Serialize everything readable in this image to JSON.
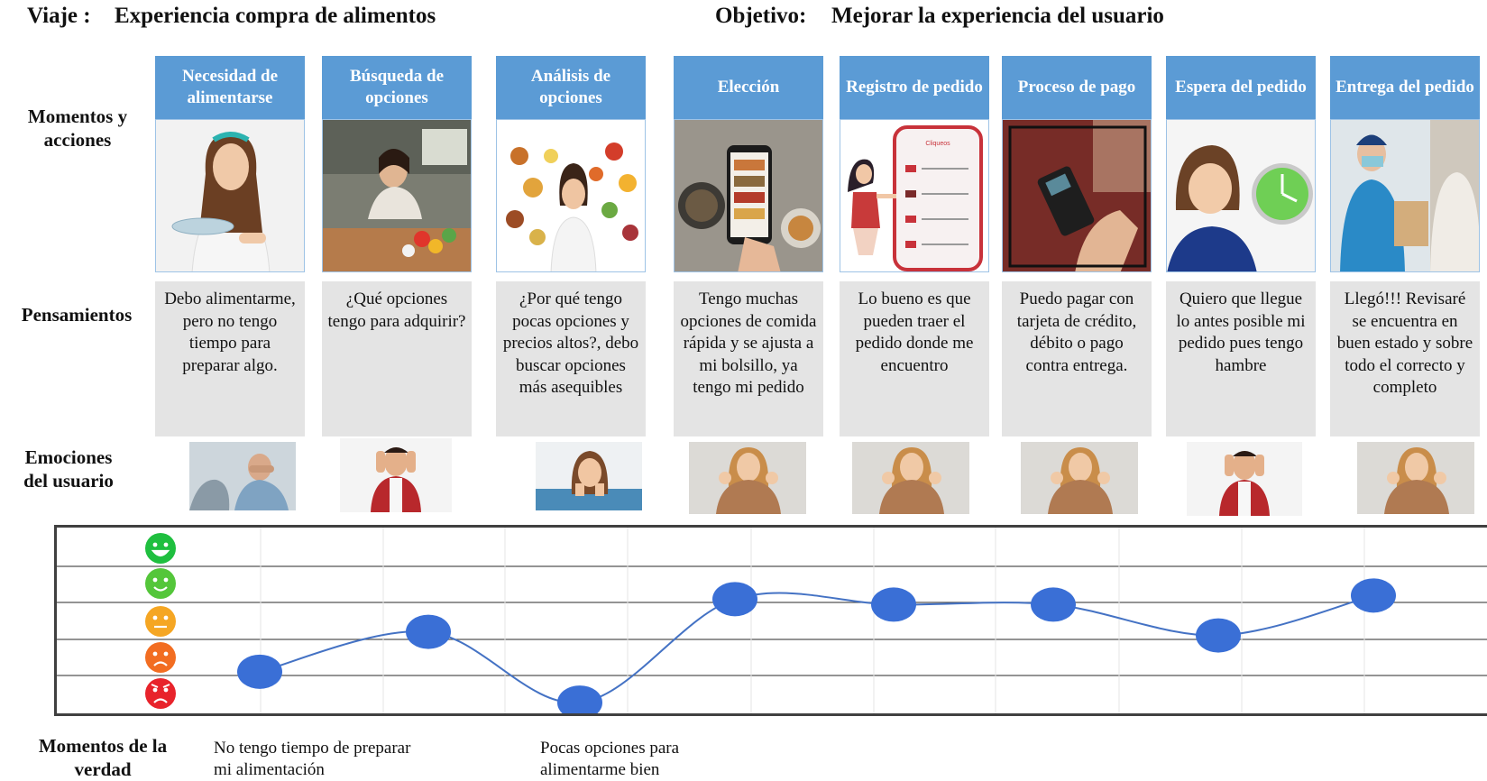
{
  "header": {
    "viaje_label": "Viaje :",
    "viaje_value": "Experiencia compra de alimentos",
    "objetivo_label": "Objetivo:",
    "objetivo_value": "Mejorar la experiencia del usuario"
  },
  "row_labels": {
    "momentos": "Momentos y acciones",
    "pensamientos": "Pensamientos",
    "emociones": "Emociones del usuario",
    "verdad": "Momentos de la verdad"
  },
  "stages": [
    {
      "title": "Necesidad de alimentarse",
      "thought": "Debo alimentarme, pero no tengo tiempo para preparar algo.",
      "emotion": "sad-man-photo"
    },
    {
      "title": "Búsqueda de opciones",
      "thought": "¿Qué opciones tengo para adquirir?",
      "emotion": "stressed-man-photo"
    },
    {
      "title": "Análisis de opciones",
      "thought": "¿Por qué tengo pocas opciones y precios altos?, debo buscar opciones más asequibles",
      "emotion": "thoughtful-woman-photo"
    },
    {
      "title": "Elección",
      "thought": "Tengo muchas opciones de comida rápida y se ajusta a mi bolsillo, ya tengo mi pedido",
      "emotion": "thumbs-up-woman-photo"
    },
    {
      "title": "Registro de pedido",
      "thought": "Lo bueno es que pueden traer el pedido donde me encuentro",
      "emotion": "thumbs-up-woman-photo"
    },
    {
      "title": "Proceso de pago",
      "thought": "Puedo pagar con tarjeta de crédito, débito o pago contra entrega.",
      "emotion": "thumbs-up-woman-photo"
    },
    {
      "title": "Espera del pedido",
      "thought": "Quiero que llegue lo antes posible mi pedido pues tengo hambre",
      "emotion": "stressed-man-photo"
    },
    {
      "title": "Entrega del pedido",
      "thought": "Llegó!!! Revisaré se encuentra en buen estado y sobre todo el correcto y completo",
      "emotion": "thumbs-up-woman-photo"
    }
  ],
  "emotion_scale": [
    {
      "level": 5,
      "icon": "very-happy-face-icon",
      "color": "#1fbf3f"
    },
    {
      "level": 4,
      "icon": "happy-face-icon",
      "color": "#54c63a"
    },
    {
      "level": 3,
      "icon": "neutral-face-icon",
      "color": "#f5a623"
    },
    {
      "level": 2,
      "icon": "sad-face-icon",
      "color": "#f26d21"
    },
    {
      "level": 1,
      "icon": "angry-face-icon",
      "color": "#e8232b"
    }
  ],
  "chart_data": {
    "type": "line",
    "categories": [
      "Necesidad de alimentarse",
      "Búsqueda de opciones",
      "Análisis de opciones",
      "Elección",
      "Registro de pedido",
      "Proceso de pago",
      "Espera del pedido",
      "Entrega del pedido"
    ],
    "values": [
      1.6,
      2.7,
      0.75,
      3.6,
      3.45,
      3.45,
      2.6,
      3.7
    ],
    "ylim": [
      1,
      5
    ],
    "line_color": "#4472c4",
    "marker_color": "#3a6fd6",
    "grid": true
  },
  "momentos_verdad": [
    {
      "stage_index": 0,
      "text": "No tengo tiempo de preparar mi alimentación"
    },
    {
      "stage_index": 2,
      "text": "Pocas opciones para alimentarme bien"
    }
  ]
}
